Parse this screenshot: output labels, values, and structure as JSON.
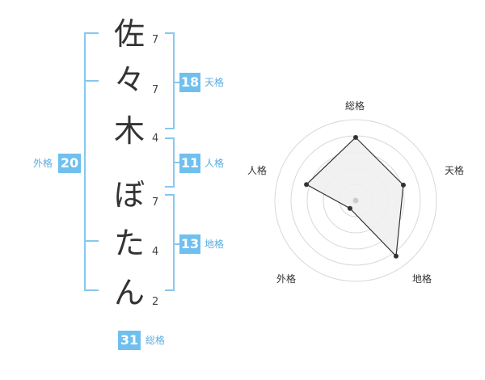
{
  "name": {
    "chars": [
      {
        "char": "佐",
        "strokes": "7"
      },
      {
        "char": "々",
        "strokes": "7"
      },
      {
        "char": "木",
        "strokes": "4"
      },
      {
        "char": "ぼ",
        "strokes": "7"
      },
      {
        "char": "た",
        "strokes": "4"
      },
      {
        "char": "ん",
        "strokes": "2"
      }
    ]
  },
  "kaku": {
    "tenkaku": {
      "label": "天格",
      "value": "18"
    },
    "jinkaku": {
      "label": "人格",
      "value": "11"
    },
    "chikaku": {
      "label": "地格",
      "value": "13"
    },
    "gaikaku": {
      "label": "外格",
      "value": "20"
    },
    "soukaku": {
      "label": "総格",
      "value": "31"
    }
  },
  "radar": {
    "labels": [
      "総格",
      "天格",
      "地格",
      "外格",
      "人格"
    ],
    "values": [
      0.78,
      0.62,
      0.85,
      0.12,
      0.64
    ],
    "colors": {
      "fill": "#f0f0f0",
      "line": "#333333",
      "grid": "#d8d8d8",
      "center": "#cccccc"
    }
  }
}
